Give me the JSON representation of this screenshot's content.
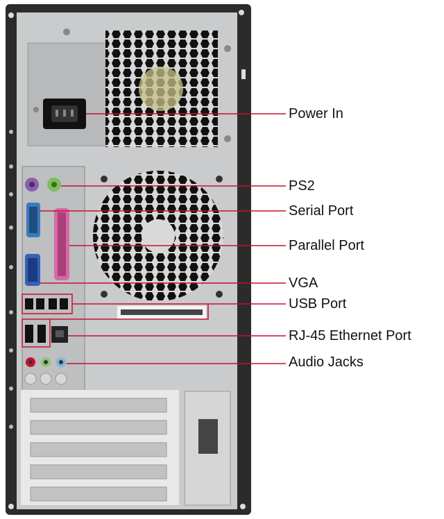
{
  "labels": [
    {
      "id": "power-in",
      "text": "Power In"
    },
    {
      "id": "ps2",
      "text": "PS2"
    },
    {
      "id": "serial-port",
      "text": "Serial Port"
    },
    {
      "id": "parallel-port",
      "text": "Parallel Port"
    },
    {
      "id": "vga",
      "text": "VGA"
    },
    {
      "id": "usb-port",
      "text": "USB Port"
    },
    {
      "id": "rj45-ethernet-port",
      "text": "RJ-45 Ethernet Port"
    },
    {
      "id": "audio-jacks",
      "text": "Audio Jacks"
    }
  ],
  "colors": {
    "leader_line": "#c8102e",
    "chassis": "#2b2b2b",
    "panel": "#c9cbcd",
    "ps2_mouse": "#7fbf5a",
    "ps2_keyboard": "#8b5fb0",
    "serial": "#3a7bbd",
    "parallel": "#d66aa5",
    "vga": "#3760b8"
  }
}
